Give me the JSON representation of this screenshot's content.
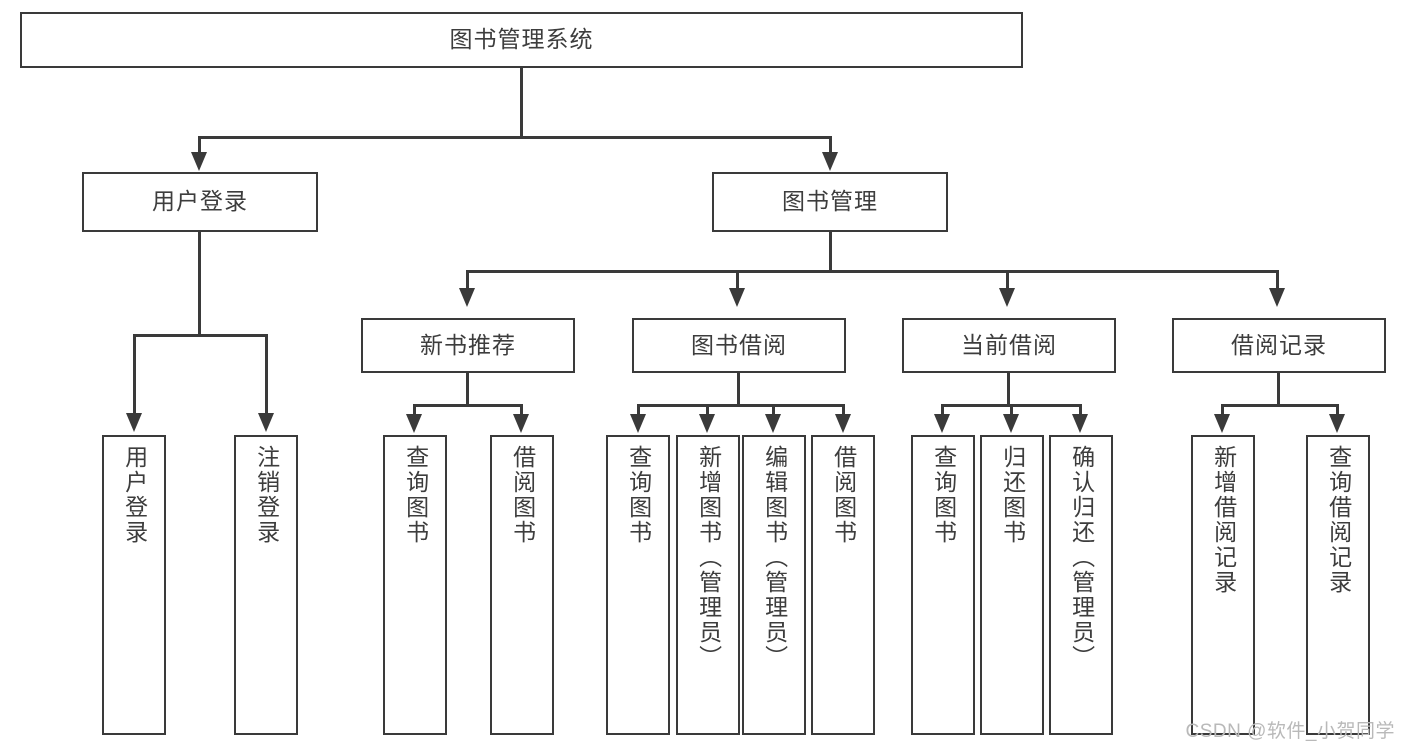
{
  "diagram": {
    "title": "图书管理系统",
    "type": "tree-hierarchy",
    "watermark": "CSDN @软件_小贺同学",
    "colors": {
      "stroke": "#3a3a3a",
      "text": "#3d3d3d",
      "background": "#ffffff",
      "watermark": "#b9b9b9"
    },
    "root": {
      "label": "图书管理系统"
    },
    "level1": [
      {
        "id": "user-login",
        "label": "用户登录"
      },
      {
        "id": "book-manage",
        "label": "图书管理"
      }
    ],
    "level2": [
      {
        "id": "new-book-rec",
        "label": "新书推荐",
        "parent": "book-manage"
      },
      {
        "id": "book-borrow",
        "label": "图书借阅",
        "parent": "book-manage"
      },
      {
        "id": "current-borrow",
        "label": "当前借阅",
        "parent": "book-manage"
      },
      {
        "id": "borrow-record",
        "label": "借阅记录",
        "parent": "book-manage"
      }
    ],
    "leaves": {
      "user-login": [
        {
          "id": "leaf-user-login",
          "label": "用户登录"
        },
        {
          "id": "leaf-logout",
          "label": "注销登录"
        }
      ],
      "new-book-rec": [
        {
          "id": "leaf-query-book-1",
          "label": "查询图书"
        },
        {
          "id": "leaf-borrow-book-1",
          "label": "借阅图书"
        }
      ],
      "book-borrow": [
        {
          "id": "leaf-query-book-2",
          "label": "查询图书"
        },
        {
          "id": "leaf-add-book",
          "label": "新增图书（管理员）"
        },
        {
          "id": "leaf-edit-book",
          "label": "编辑图书（管理员）"
        },
        {
          "id": "leaf-borrow-book-2",
          "label": "借阅图书"
        }
      ],
      "current-borrow": [
        {
          "id": "leaf-query-book-3",
          "label": "查询图书"
        },
        {
          "id": "leaf-return-book",
          "label": "归还图书"
        },
        {
          "id": "leaf-confirm-return",
          "label": "确认归还（管理员）"
        }
      ],
      "borrow-record": [
        {
          "id": "leaf-add-record",
          "label": "新增借阅记录"
        },
        {
          "id": "leaf-query-record",
          "label": "查询借阅记录"
        }
      ]
    }
  }
}
